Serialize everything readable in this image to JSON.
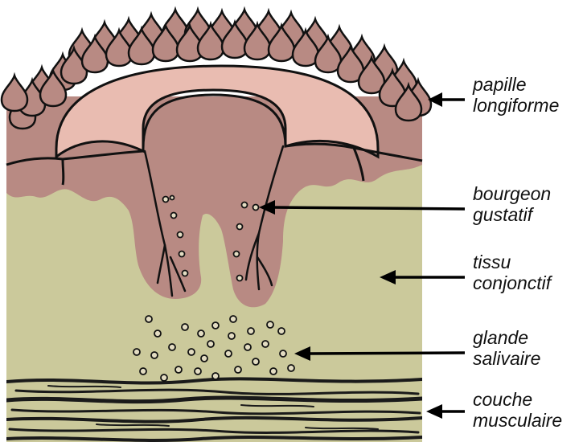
{
  "colors": {
    "connective_tissue": "#cbc99b",
    "papilla_zone": "#b88a83",
    "papilla_light": "#e9bcb1",
    "papilla_outline": "#111111",
    "gland_dot_fill": "#e3dcc2",
    "muscle_stripe": "#1a1a1a",
    "arrow": "#000000"
  },
  "labels": [
    {
      "id": "papille",
      "line1": "papille",
      "line2": "longiforme"
    },
    {
      "id": "bourgeon",
      "line1": "bourgeon",
      "line2": "gustatif"
    },
    {
      "id": "tissu",
      "line1": "tissu",
      "line2": "conjonctif"
    },
    {
      "id": "glande",
      "line1": "glande",
      "line2": "salivaire"
    },
    {
      "id": "couche",
      "line1": "couche",
      "line2": "musculaire"
    }
  ]
}
